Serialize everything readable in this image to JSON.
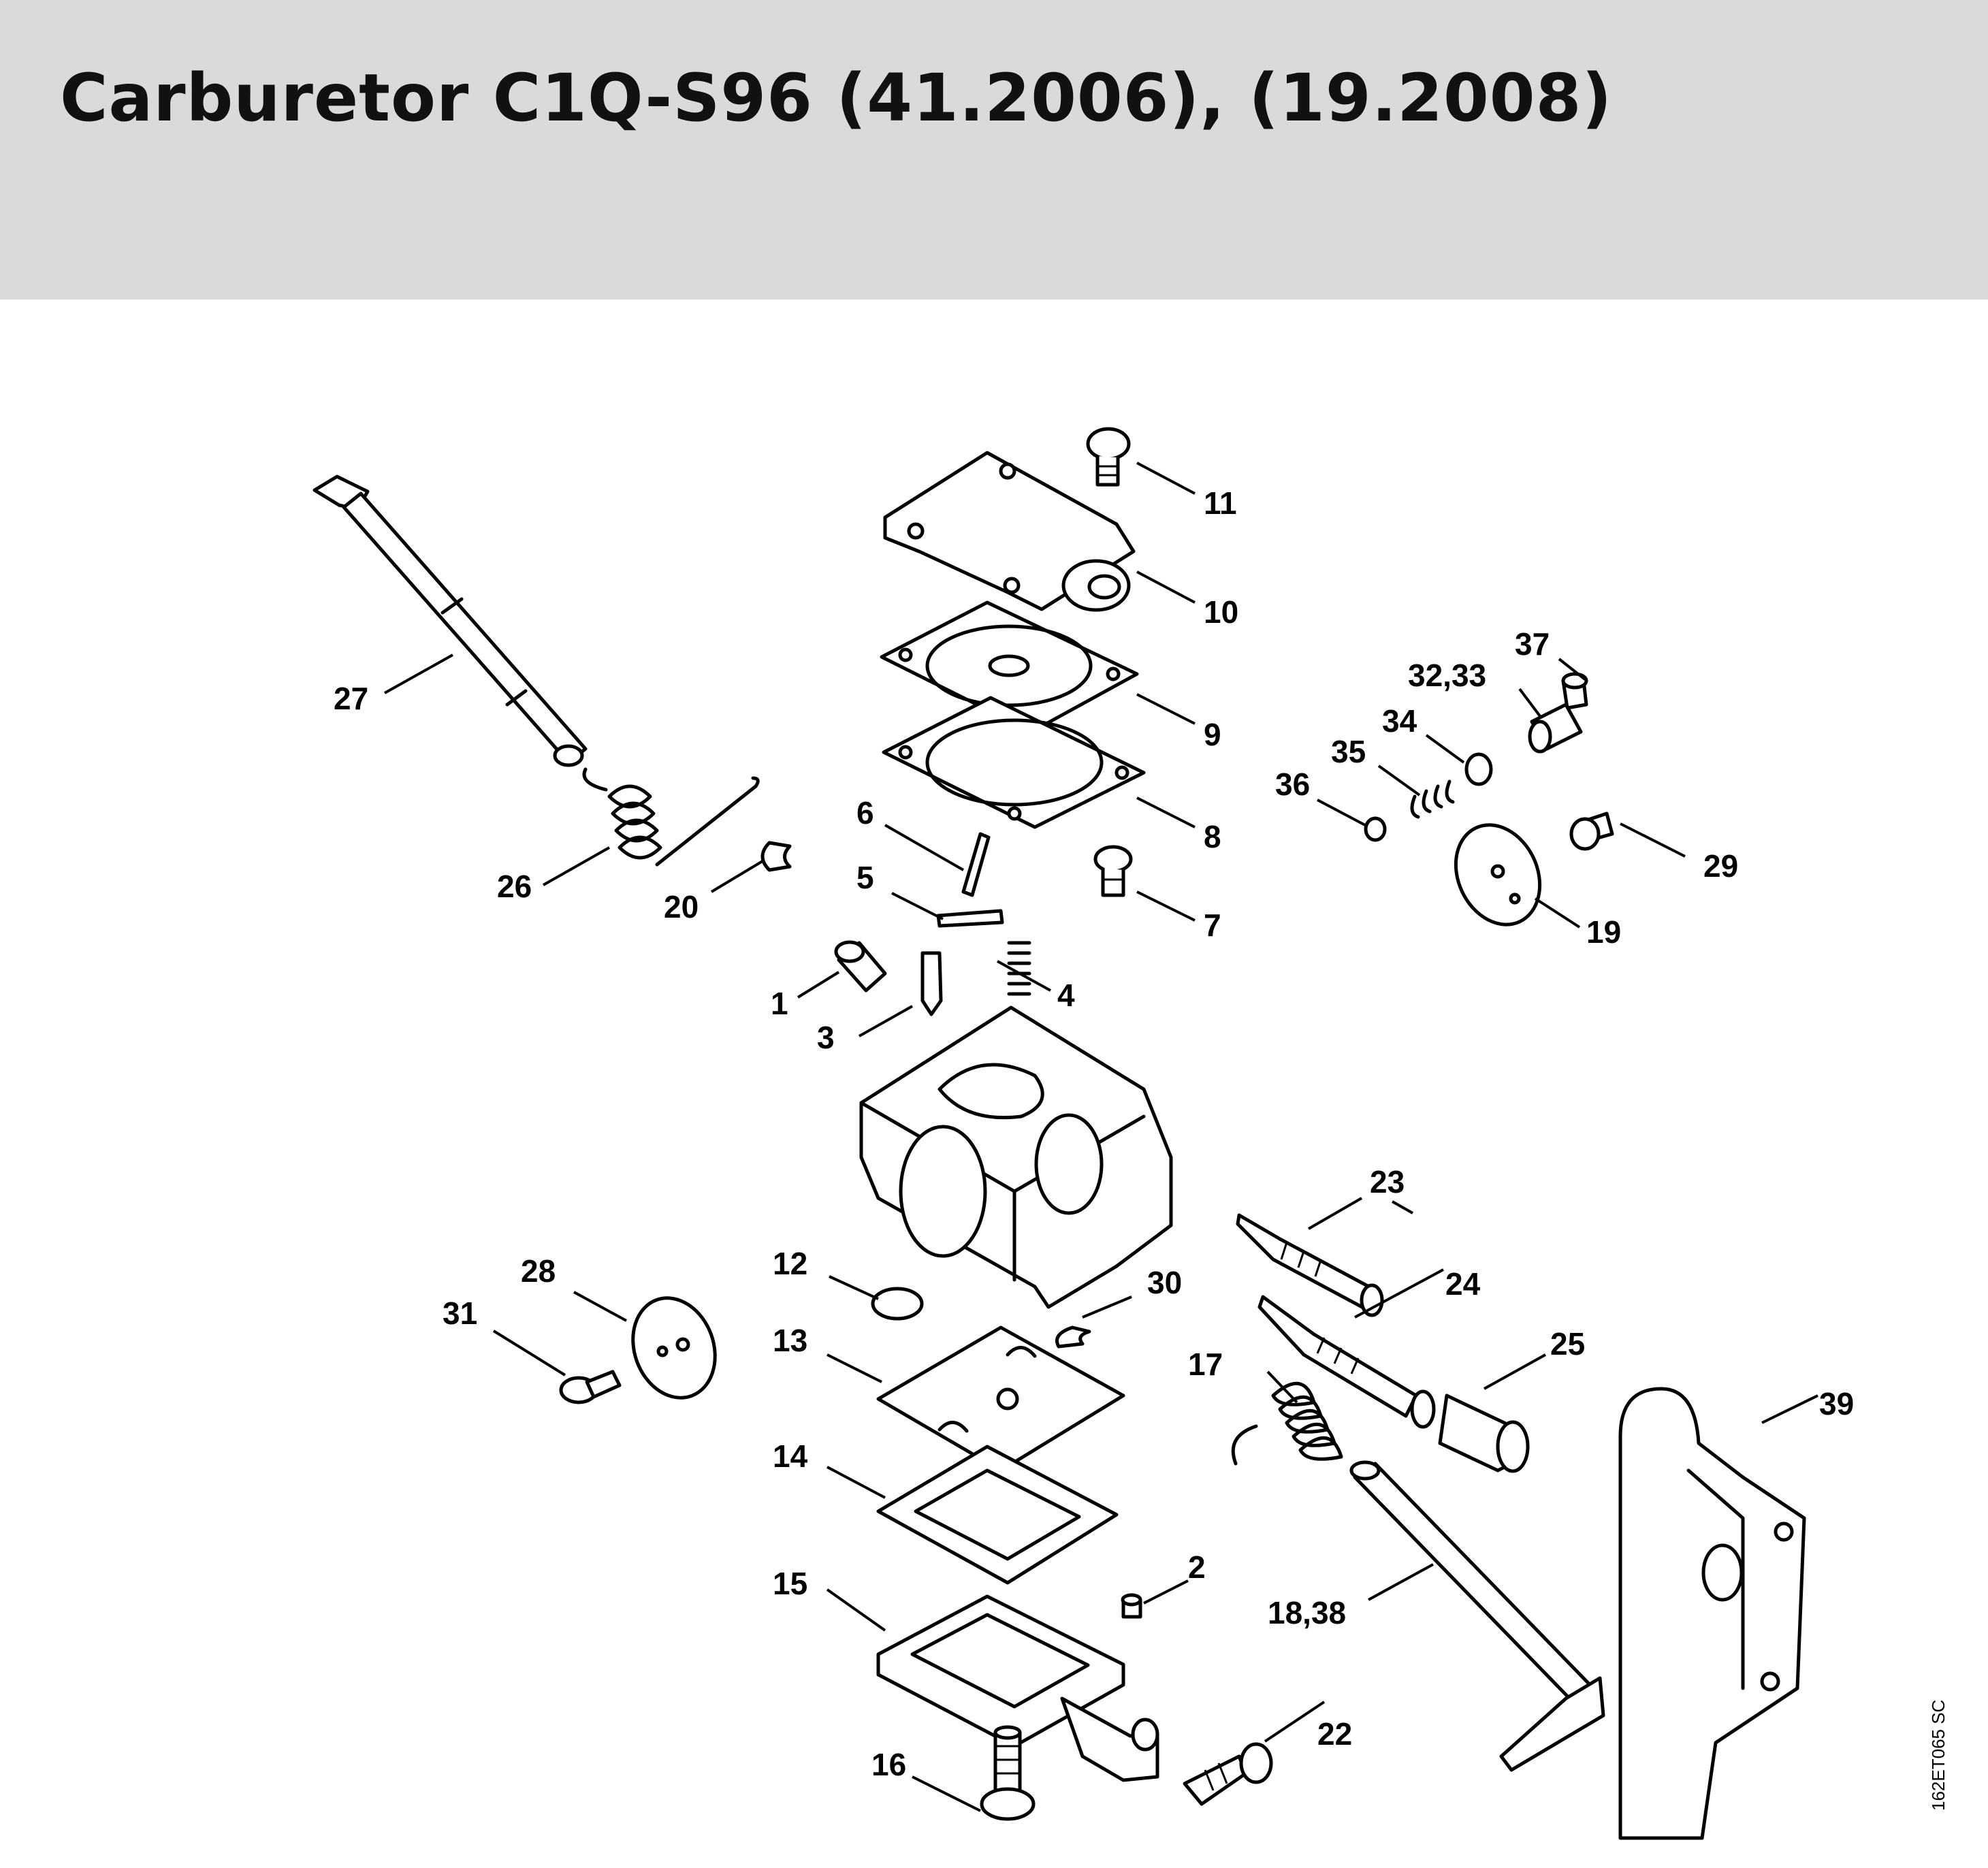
{
  "title": "Carburetor C1Q-S96 (41.2006), (19.2008)",
  "drawing_code": "162ET065 SC",
  "callouts": {
    "c1": "1",
    "c2": "2",
    "c3": "3",
    "c4": "4",
    "c5": "5",
    "c6": "6",
    "c7": "7",
    "c8": "8",
    "c9": "9",
    "c10": "10",
    "c11": "11",
    "c12": "12",
    "c13": "13",
    "c14": "14",
    "c15": "15",
    "c16": "16",
    "c17": "17",
    "c18_38": "18,38",
    "c19": "19",
    "c20": "20",
    "c22": "22",
    "c23": "23",
    "c24": "24",
    "c25": "25",
    "c26": "26",
    "c27": "27",
    "c28": "28",
    "c29": "29",
    "c30": "30",
    "c31": "31",
    "c32_33": "32,33",
    "c34": "34",
    "c35": "35",
    "c36": "36",
    "c37": "37",
    "c39": "39"
  }
}
